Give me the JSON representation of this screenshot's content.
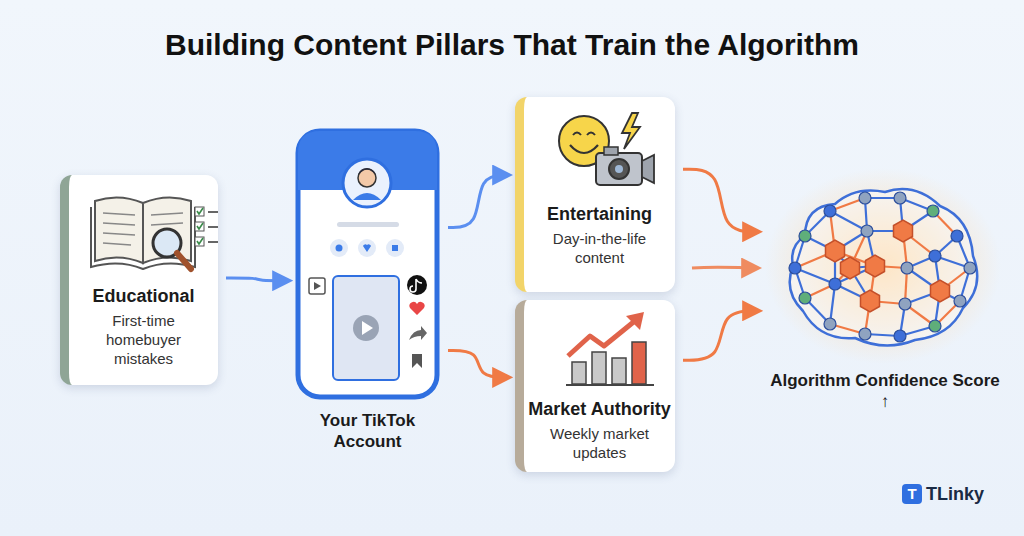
{
  "diagram": {
    "title": "Building Content Pillars That Train the Algorithm",
    "nodes": [
      {
        "text": [
          "Educational",
          "First-time homebuyer mistakes"
        ]
      },
      {
        "text": [
          "Your TikTok Account"
        ]
      },
      {
        "text": [
          "Entertaining",
          "Day-in-the-life content"
        ]
      },
      {
        "text": [
          "Market Authority",
          "Weekly market updates"
        ]
      },
      {
        "text": [
          "Algorithm Confidence Score ↑"
        ]
      }
    ],
    "edges": [
      {
        "from": 0,
        "to": 1,
        "arrow": "to"
      },
      {
        "from": 1,
        "to": 2,
        "arrow": "to"
      },
      {
        "from": 1,
        "to": 3,
        "arrow": "to"
      },
      {
        "from": 2,
        "to": 4,
        "arrow": "to"
      },
      {
        "from": 3,
        "to": 4,
        "arrow": "to"
      }
    ],
    "labels": [
      "T",
      "TLinky"
    ]
  }
}
